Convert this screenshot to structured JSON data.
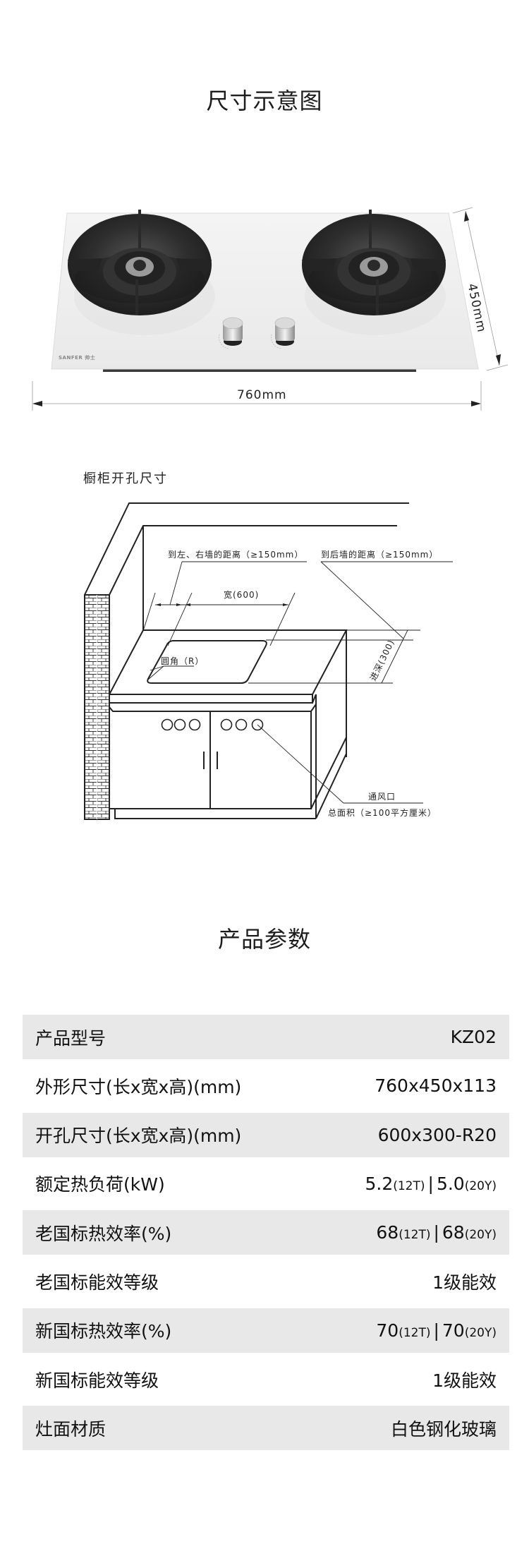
{
  "dimension_section": {
    "title": "尺寸示意图",
    "width_label": "760mm",
    "depth_label": "450mm",
    "brand_logo": "SANFER 帅士",
    "product_image": "cooktop-two-burner-white-glass",
    "colors": {
      "glass": "#eeeeee",
      "burner": "#2b2b2b",
      "knob": "#c9c9c9"
    }
  },
  "cabinet_section": {
    "title": "橱柜开孔尺寸",
    "labels": {
      "side_wall": "到左、右墙的距离（≥150mm）",
      "back_wall": "到后墙的距离（≥150mm）",
      "width": "宽(600)",
      "corner": "圆角（R）",
      "depth": "进深(300)",
      "vent": "通风口",
      "vent_area": "总面积（≥100平方厘米）"
    }
  },
  "params_section": {
    "title": "产品参数",
    "rows": [
      {
        "label": "产品型号",
        "value": "KZ02"
      },
      {
        "label": "外形尺寸(长x宽x高)(mm)",
        "value": "760x450x113"
      },
      {
        "label": "开孔尺寸(长x宽x高)(mm)",
        "value": "600x300-R20"
      },
      {
        "label": "额定热负荷(kW)",
        "v1": "5.2",
        "s1": "(12T)",
        "sep": "|",
        "v2": "5.0",
        "s2": "(20Y)"
      },
      {
        "label": "老国标热效率(%)",
        "v1": "68",
        "s1": "(12T)",
        "sep": "|",
        "v2": "68",
        "s2": "(20Y)"
      },
      {
        "label": "老国标能效等级",
        "value": "1级能效"
      },
      {
        "label": "新国标热效率(%)",
        "v1": "70",
        "s1": "(12T)",
        "sep": "|",
        "v2": "70",
        "s2": "(20Y)"
      },
      {
        "label": "新国标能效等级",
        "value": "1级能效"
      },
      {
        "label": "灶面材质",
        "value": "白色钢化玻璃"
      }
    ],
    "colors": {
      "shaded_row": "#e8e8e8"
    }
  }
}
